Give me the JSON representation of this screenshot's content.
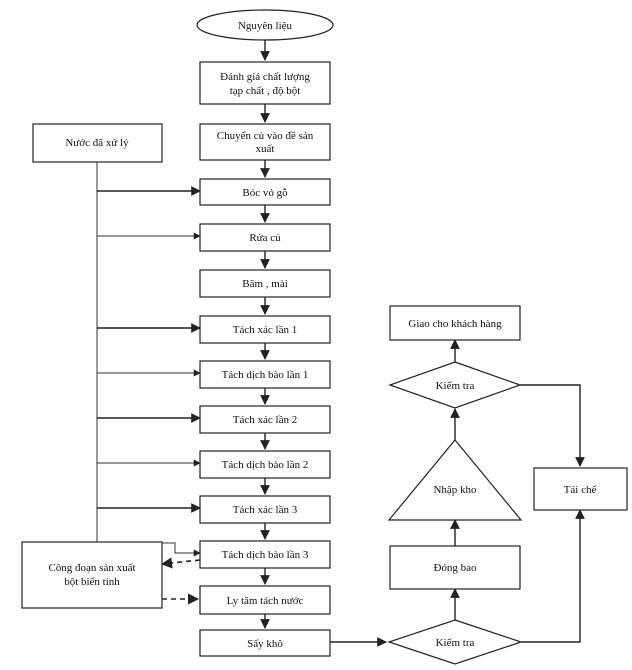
{
  "nodes": {
    "start": "Nguyên liệu",
    "eval_line1": "Đánh giá chất lượng",
    "eval_line2": "tạp chất , độ bột",
    "transfer_line1": "Chuyển củ vào đề sản",
    "transfer_line2": "xuất",
    "peel": "Bóc vỏ gỗ",
    "wash": "Rửa củ",
    "grind": "Băm , mài",
    "sep_residue_1": "Tách xác lần 1",
    "sep_juice_1": "Tách dịch bào lần 1",
    "sep_residue_2": "Tách xác lần 2",
    "sep_juice_2": "Tách dịch bào lần 2",
    "sep_residue_3": "Tách xác lần 3",
    "sep_juice_3": "Tách dịch bào lần 3",
    "centrifuge": "Ly tâm tách nước",
    "dry": "Sấy khô",
    "treated_water": "Nước đã xử lý",
    "modified_line1": "Công đoạn sản xuất",
    "modified_line2": "bột biến tính",
    "check_bottom": "Kiểm tra",
    "bagging": "Đóng bao",
    "warehouse": "Nhập kho",
    "check_top": "Kiểm tra",
    "deliver": "Giao cho khách hàng",
    "recycle": "Tái chế"
  }
}
